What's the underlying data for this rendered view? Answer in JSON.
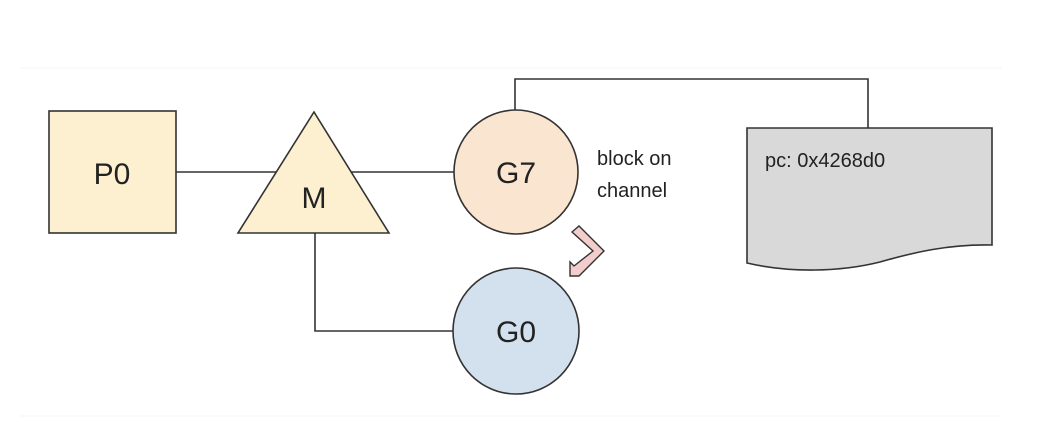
{
  "diagram": {
    "nodes": {
      "p0": {
        "label": "P0",
        "shape": "rectangle",
        "fill": "#fdf0d0"
      },
      "m": {
        "label": "M",
        "shape": "triangle",
        "fill": "#fdf0d0"
      },
      "g7": {
        "label": "G7",
        "shape": "circle",
        "fill": "#fae5d0"
      },
      "g0": {
        "label": "G0",
        "shape": "circle",
        "fill": "#d3e1ef"
      },
      "doc": {
        "label": "pc: 0x4268d0",
        "shape": "document",
        "fill": "#d9d9d9"
      }
    },
    "annotation": {
      "line1": "block on",
      "line2": "channel"
    },
    "arrow": {
      "icon": "chevron-down-left-arrow",
      "fill": "#f3cccc"
    },
    "edges": [
      {
        "from": "P0",
        "to": "M"
      },
      {
        "from": "M",
        "to": "G7"
      },
      {
        "from": "M",
        "to": "G0"
      },
      {
        "from": "G7",
        "to": "pc: 0x4268d0"
      }
    ],
    "stroke": "#333333"
  }
}
